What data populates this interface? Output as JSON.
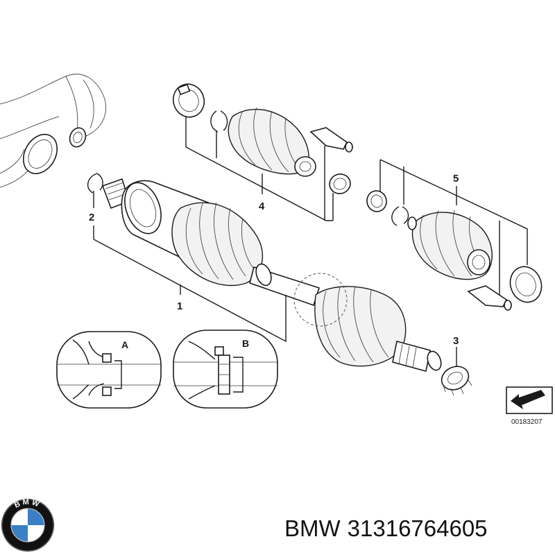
{
  "diagram": {
    "callouts": [
      "1",
      "2",
      "3",
      "4",
      "5"
    ],
    "details": [
      "A",
      "B"
    ],
    "ref_number": "00183207"
  },
  "caption": {
    "brand": "BMW",
    "part_number": "31316764605"
  },
  "logo": {
    "brand_text": "BMW",
    "colors": {
      "ring": "#111111",
      "blue": "#3b7fc4",
      "white": "#ffffff"
    }
  }
}
